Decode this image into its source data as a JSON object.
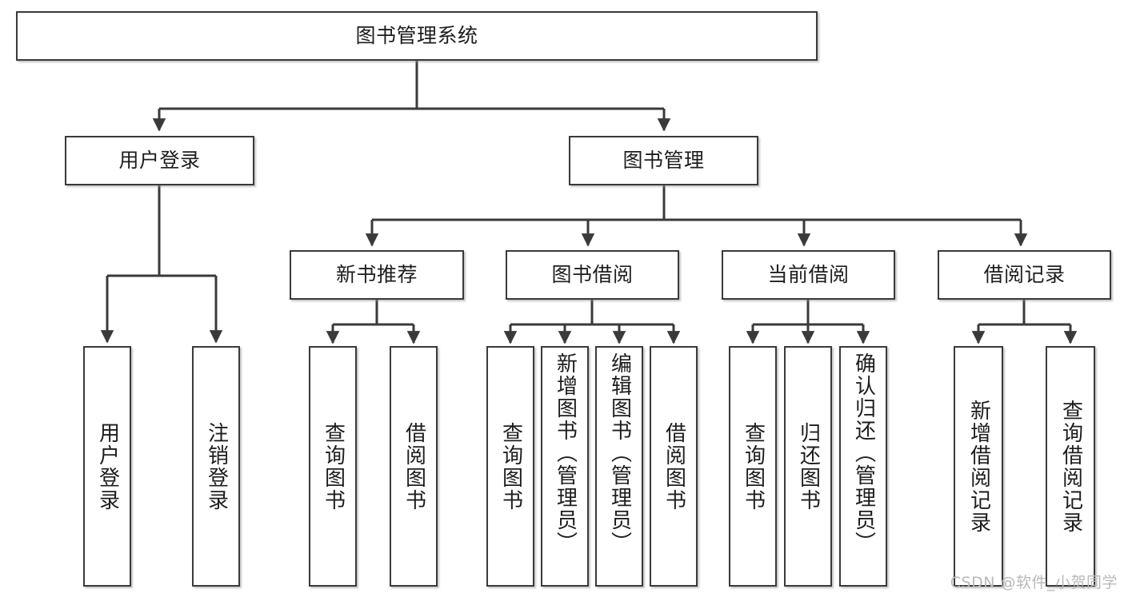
{
  "diagram": {
    "title": "图书管理系统",
    "type": "tree-hierarchy-diagram",
    "watermark": "CSDN @软件_小贺同学",
    "colors": {
      "box_border": "#3a3a3a",
      "box_fill": "#ffffff",
      "edge": "#3a3a3a",
      "text": "#1d1d1d",
      "watermark": "#b9b9b9",
      "background": "#ffffff"
    },
    "root": {
      "id": "root",
      "label": "图书管理系统"
    },
    "level2": [
      {
        "id": "user-login",
        "label": "用户登录"
      },
      {
        "id": "book-manage",
        "label": "图书管理"
      }
    ],
    "level3": [
      {
        "id": "new-book-recommend",
        "label": "新书推荐",
        "parent": "book-manage"
      },
      {
        "id": "book-borrow",
        "label": "图书借阅",
        "parent": "book-manage"
      },
      {
        "id": "current-borrow",
        "label": "当前借阅",
        "parent": "book-manage"
      },
      {
        "id": "borrow-record",
        "label": "借阅记录",
        "parent": "book-manage"
      }
    ],
    "leaves": {
      "user_login": [
        {
          "id": "leaf-user-login",
          "label": "用户登录"
        },
        {
          "id": "leaf-user-logout",
          "label": "注销登录"
        }
      ],
      "new_book_recommend": [
        {
          "id": "leaf-query-book-1",
          "label": "查询图书"
        },
        {
          "id": "leaf-borrow-book-1",
          "label": "借阅图书"
        }
      ],
      "book_borrow": [
        {
          "id": "leaf-query-book-2",
          "label": "查询图书"
        },
        {
          "id": "leaf-add-book",
          "label": "新增图书（管理员）"
        },
        {
          "id": "leaf-edit-book",
          "label": "编辑图书（管理员）"
        },
        {
          "id": "leaf-borrow-book-2",
          "label": "借阅图书"
        }
      ],
      "current_borrow": [
        {
          "id": "leaf-query-book-3",
          "label": "查询图书"
        },
        {
          "id": "leaf-return-book",
          "label": "归还图书"
        },
        {
          "id": "leaf-confirm-return",
          "label": "确认归还（管理员）"
        }
      ],
      "borrow_record": [
        {
          "id": "leaf-add-record",
          "label": "新增借阅记录"
        },
        {
          "id": "leaf-query-record",
          "label": "查询借阅记录"
        }
      ]
    }
  }
}
